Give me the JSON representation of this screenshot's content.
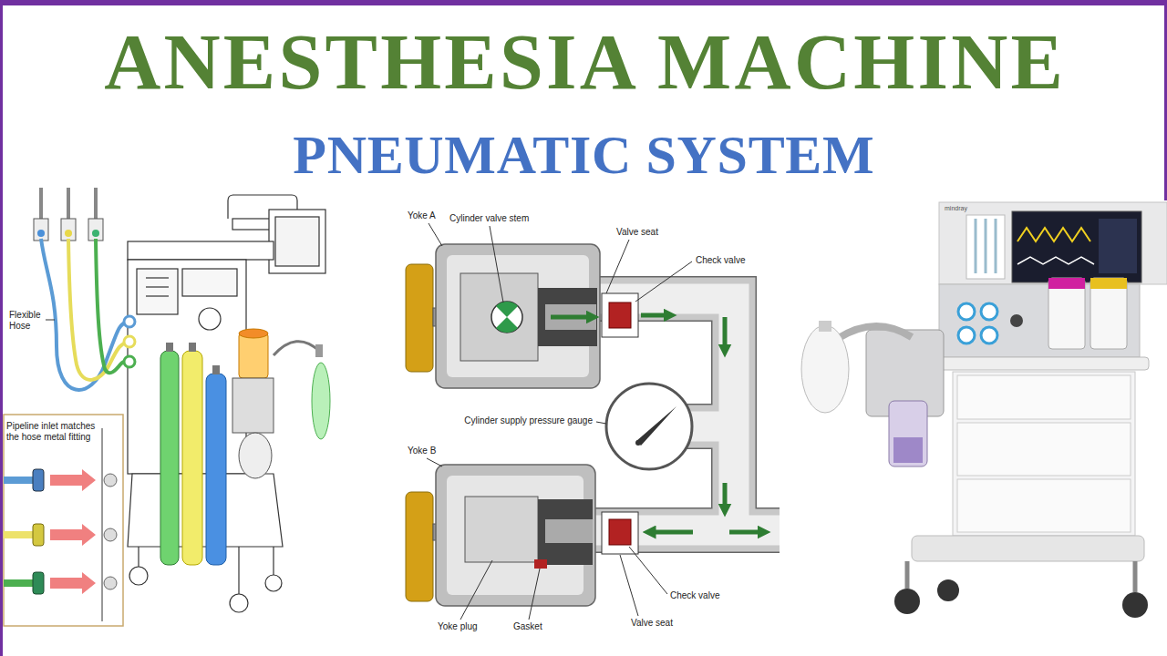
{
  "diagram": {
    "title": "ANESTHESIA MACHINE",
    "labels": [
      "PNEUMATIC SYSTEM",
      "Flexible Hose",
      "Pipeline inlet matches the hose metal fitting",
      "Yoke A",
      "Cylinder valve stem",
      "Valve seat",
      "Check valve",
      "Cylinder supply pressure gauge",
      "Yoke B",
      "Yoke plug",
      "Gasket",
      "Check valve",
      "Valve seat",
      "mindray"
    ]
  }
}
